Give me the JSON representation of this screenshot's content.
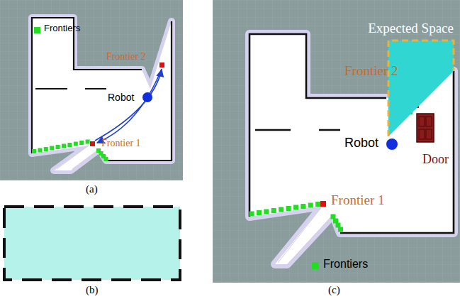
{
  "diagram": {
    "nodes": [
      {
        "text": [
          "Expected Space"
        ]
      }
    ],
    "labels": [
      "Frontier 2",
      "Robot",
      "Frontier 1",
      "(a)",
      "(b)",
      "(c)",
      "Frontier 2",
      "Robot",
      "Door",
      "Frontier 1"
    ],
    "legend": [
      {
        "text": "Frontiers",
        "color": "#22dd22"
      },
      {
        "text": "Frontiers",
        "color": "#22dd22"
      }
    ]
  }
}
